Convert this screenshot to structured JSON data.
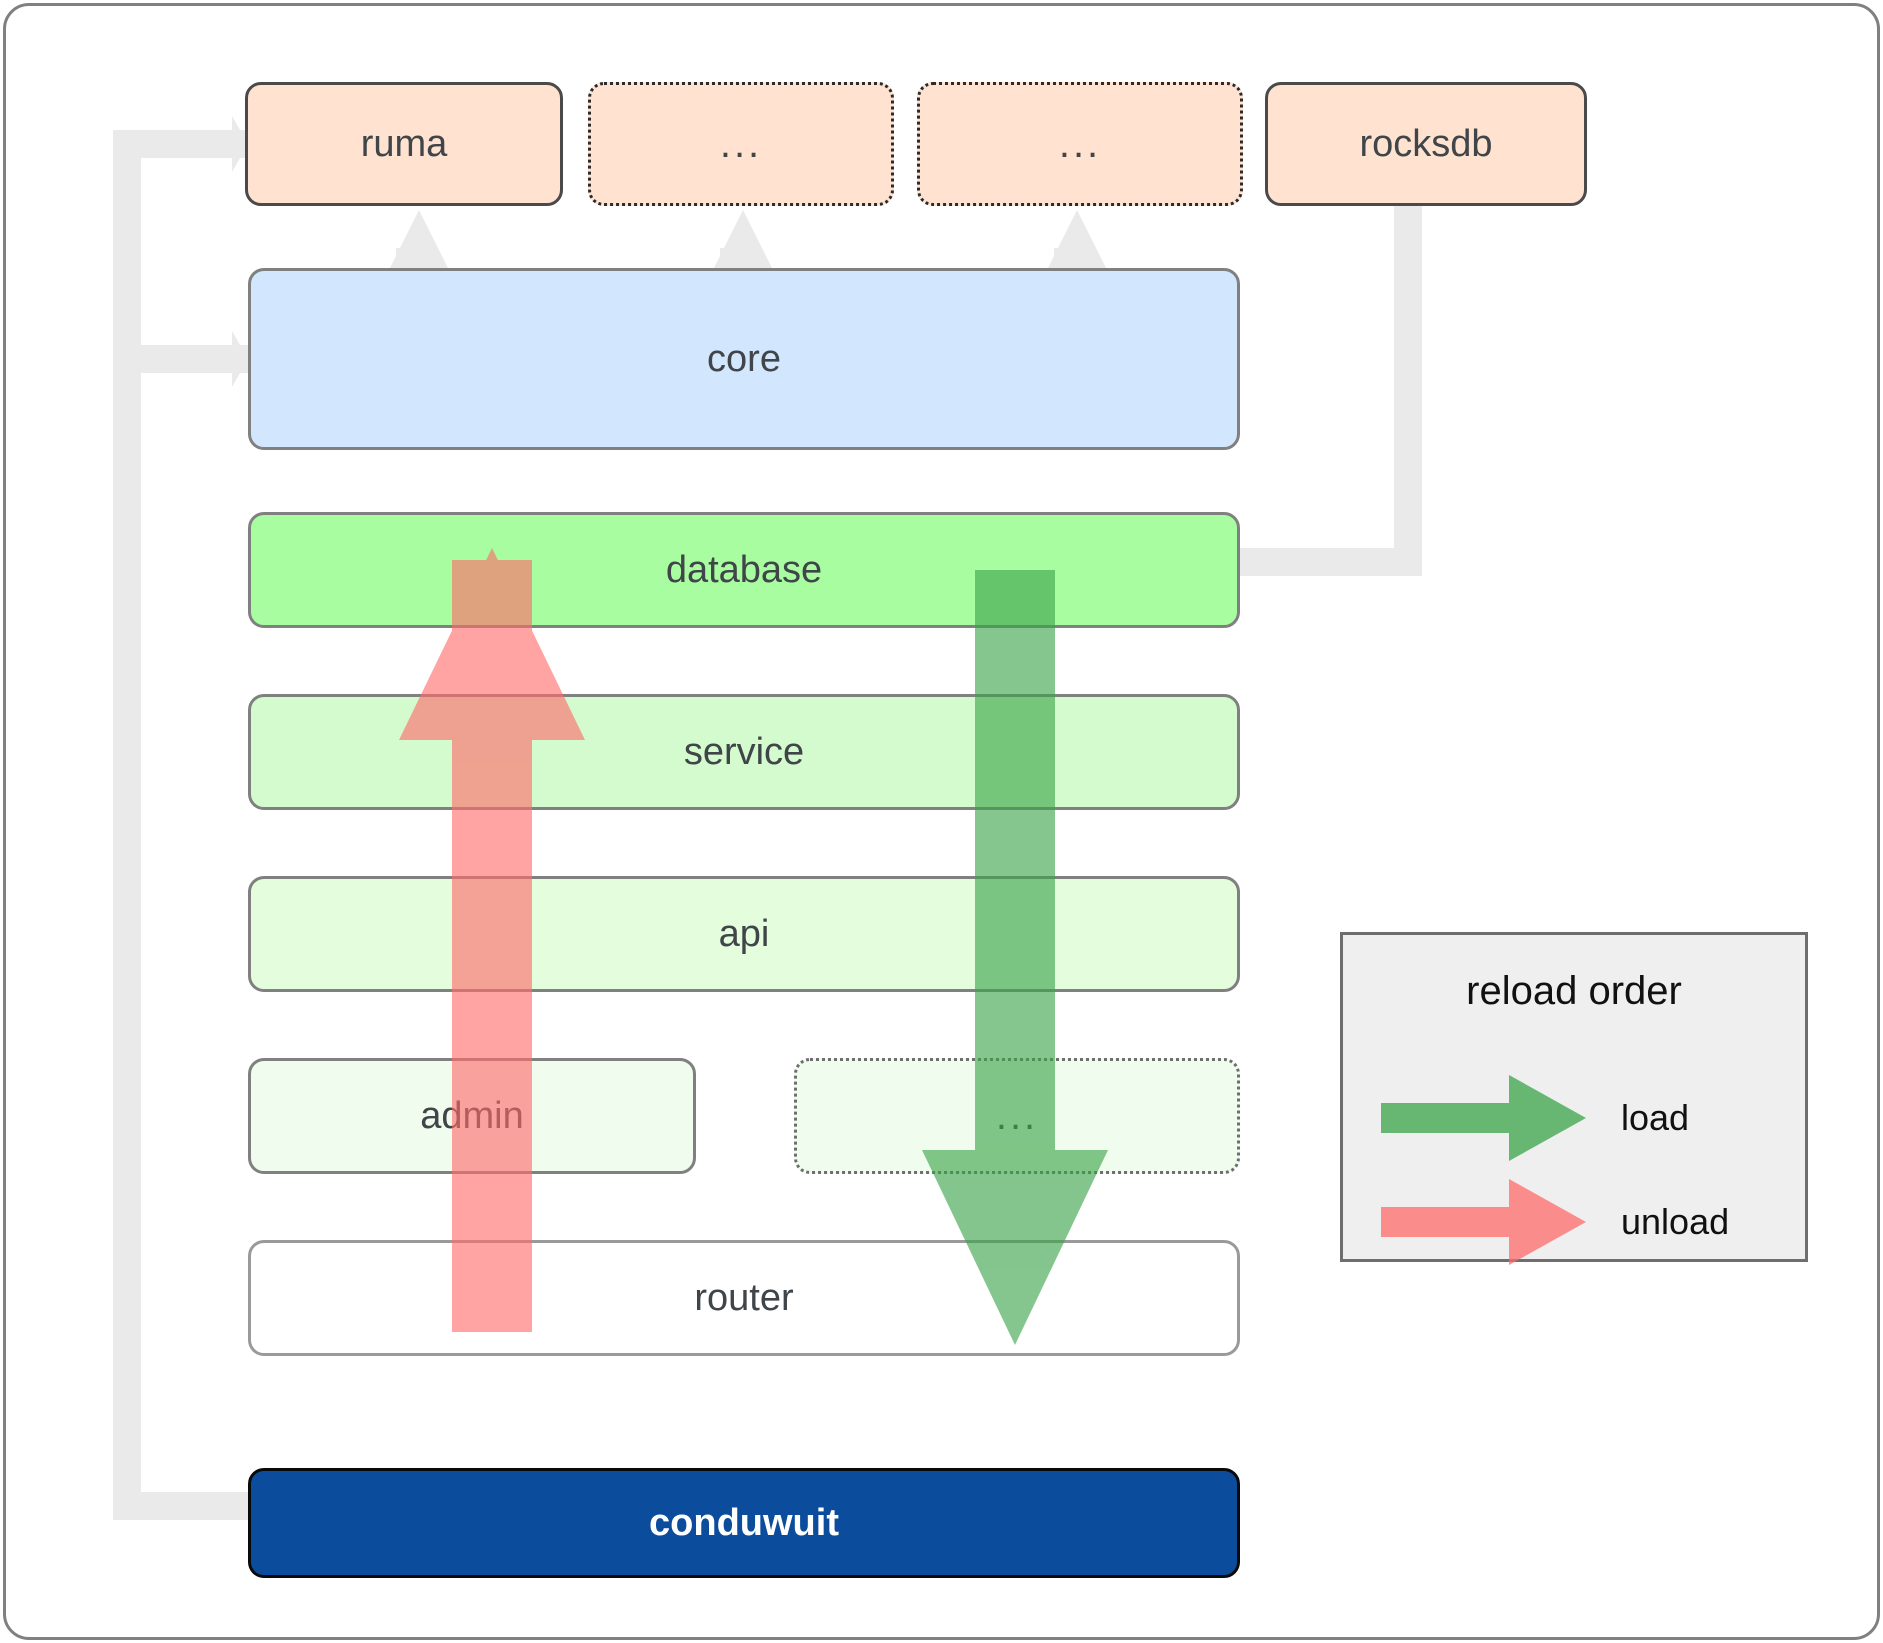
{
  "diagram": {
    "title": "conduwuit crate dependency / reload order diagram",
    "colors": {
      "dependency_fill": "#ffe3d0",
      "core_fill": "#d2e6fd",
      "database_fill": "#a8fda0",
      "service_fill": "#d4fbcd",
      "api_fill": "#e3fddd",
      "admin_fill": "#f0fdee",
      "router_fill": "#ffffff",
      "app_fill": "#0b4d9c",
      "load_arrow": "#4caf50",
      "unload_arrow": "#ff8080",
      "connector_gray": "#eaeaea",
      "frame_border": "#808080"
    }
  },
  "dependencies": [
    {
      "label": "ruma",
      "style": "solid"
    },
    {
      "label": "...",
      "style": "dotted"
    },
    {
      "label": "...",
      "style": "dotted"
    },
    {
      "label": "rocksdb",
      "style": "solid"
    }
  ],
  "layers": [
    {
      "label": "core",
      "style": "solid"
    },
    {
      "label": "database",
      "style": "solid"
    },
    {
      "label": "service",
      "style": "solid"
    },
    {
      "label": "api",
      "style": "solid"
    },
    {
      "label": "admin",
      "style": "solid"
    },
    {
      "label": "...",
      "style": "dotted"
    },
    {
      "label": "router",
      "style": "solid"
    }
  ],
  "application": {
    "label": "conduwuit"
  },
  "legend": {
    "title": "reload order",
    "items": [
      {
        "label": "load",
        "color": "#4caf50"
      },
      {
        "label": "unload",
        "color": "#ff8080"
      }
    ]
  },
  "arrows": {
    "load_direction": "down",
    "unload_direction": "up"
  }
}
